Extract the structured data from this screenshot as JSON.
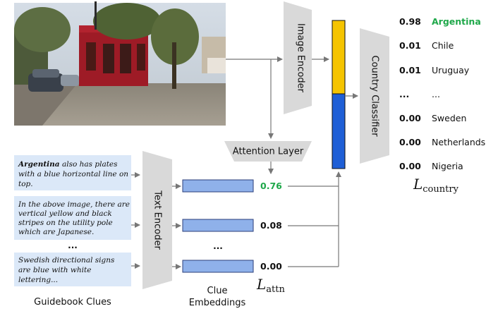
{
  "encoders": {
    "image": "Image Encoder",
    "text": "Text Encoder",
    "classifier": "Country Classifier",
    "attention": "Attention Layer"
  },
  "clues": [
    {
      "bold": "Argentina",
      "lines": [
        " also has plates",
        "with a blue horizontal line on",
        "top."
      ]
    },
    {
      "bold": "",
      "lines": [
        "In the above image, there are",
        "vertical yellow and black",
        "stripes on the utility pole",
        "which are Japanese."
      ]
    },
    {
      "bold": "",
      "lines": [
        "Swedish directional signs",
        "are blue with white",
        "lettering..."
      ]
    }
  ],
  "clue_ellipsis": "...",
  "embedding_ellipsis": "...",
  "attention_scores": [
    "0.76",
    "0.08",
    "0.00"
  ],
  "labels": {
    "guidebook": "Guidebook Clues",
    "embeddings_line1": "Clue",
    "embeddings_line2": "Embeddings",
    "loss_country_sym": "L",
    "loss_country_sub": "country",
    "loss_attn_sym": "L",
    "loss_attn_sub": "attn"
  },
  "predictions": [
    {
      "prob": "0.98",
      "country": "Argentina",
      "highlight": true
    },
    {
      "prob": "0.01",
      "country": "Chile",
      "highlight": false
    },
    {
      "prob": "0.01",
      "country": "Uruguay",
      "highlight": false
    },
    {
      "prob": "...",
      "country": "...",
      "highlight": false
    },
    {
      "prob": "0.00",
      "country": "Sweden",
      "highlight": false
    },
    {
      "prob": "0.00",
      "country": "Netherlands",
      "highlight": false
    },
    {
      "prob": "0.00",
      "country": "Nigeria",
      "highlight": false
    }
  ],
  "colors": {
    "highlight_green": "#1fa84a",
    "clue_box": "#dbe8f8",
    "embedding": "#8fb1ea",
    "embedding_stroke": "#2b3e7a",
    "encoder": "#d9d9d9",
    "concat_yellow": "#f5c400",
    "concat_blue": "#1f5fd6",
    "arrow": "#777777"
  }
}
